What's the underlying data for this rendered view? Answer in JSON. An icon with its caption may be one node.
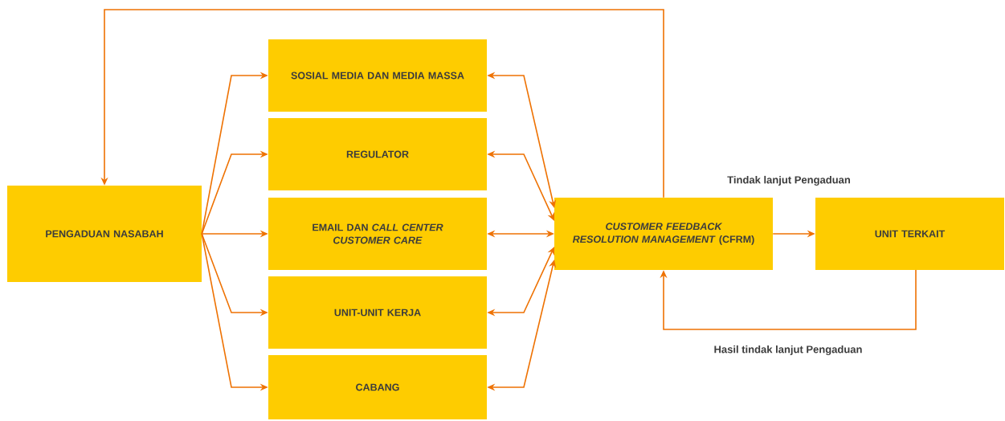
{
  "diagram": {
    "nodes": [
      {
        "text": [
          "PENGADUAN NASABAH"
        ]
      },
      {
        "text": [
          "SOSIAL MEDIA DAN MEDIA MASSA"
        ]
      },
      {
        "text": [
          "REGULATOR"
        ]
      },
      {
        "text": [
          "EMAIL DAN *CALL CENTER CUSTOMER CARE*"
        ]
      },
      {
        "text": [
          "UNIT-UNIT KERJA"
        ]
      },
      {
        "text": [
          "CABANG"
        ]
      },
      {
        "text": [
          "*CUSTOMER FEEDBACK RESOLUTION MANAGEMENT* (CFRM)"
        ]
      },
      {
        "text": [
          "UNIT TERKAIT"
        ]
      }
    ],
    "edges": [
      {
        "from": 0,
        "to": 1,
        "arrow": "to"
      },
      {
        "from": 0,
        "to": 2,
        "arrow": "to"
      },
      {
        "from": 0,
        "to": 3,
        "arrow": "to"
      },
      {
        "from": 0,
        "to": 4,
        "arrow": "to"
      },
      {
        "from": 0,
        "to": 5,
        "arrow": "to"
      },
      {
        "from": 6,
        "to": 1,
        "arrow": "both"
      },
      {
        "from": 6,
        "to": 2,
        "arrow": "both"
      },
      {
        "from": 6,
        "to": 3,
        "arrow": "both"
      },
      {
        "from": 6,
        "to": 4,
        "arrow": "both"
      },
      {
        "from": 6,
        "to": 5,
        "arrow": "both"
      },
      {
        "from": 6,
        "to": 7,
        "arrow": "to",
        "label": "Tindak lanjut Pengaduan"
      },
      {
        "from": 7,
        "to": 6,
        "arrow": "to",
        "label": "Hasil tindak lanjut Pengaduan"
      },
      {
        "from": 6,
        "to": 0,
        "arrow": "to"
      }
    ]
  }
}
